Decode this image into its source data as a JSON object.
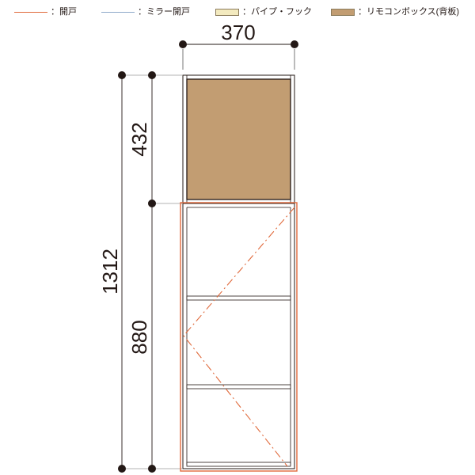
{
  "legend": {
    "door": {
      "label": "：開戸",
      "color": "#e06a3c"
    },
    "mirror_door": {
      "label": "：ミラー開戸",
      "color": "#8fa9c9"
    },
    "pipe_hook": {
      "label": "：パイプ・フック",
      "color": "#f3eabf"
    },
    "remote_box": {
      "label": "：リモコンボックス(背板)",
      "color": "#c29d72"
    }
  },
  "dimensions": {
    "width": "370",
    "upper_height": "432",
    "total_height": "1312",
    "lower_height": "880"
  }
}
